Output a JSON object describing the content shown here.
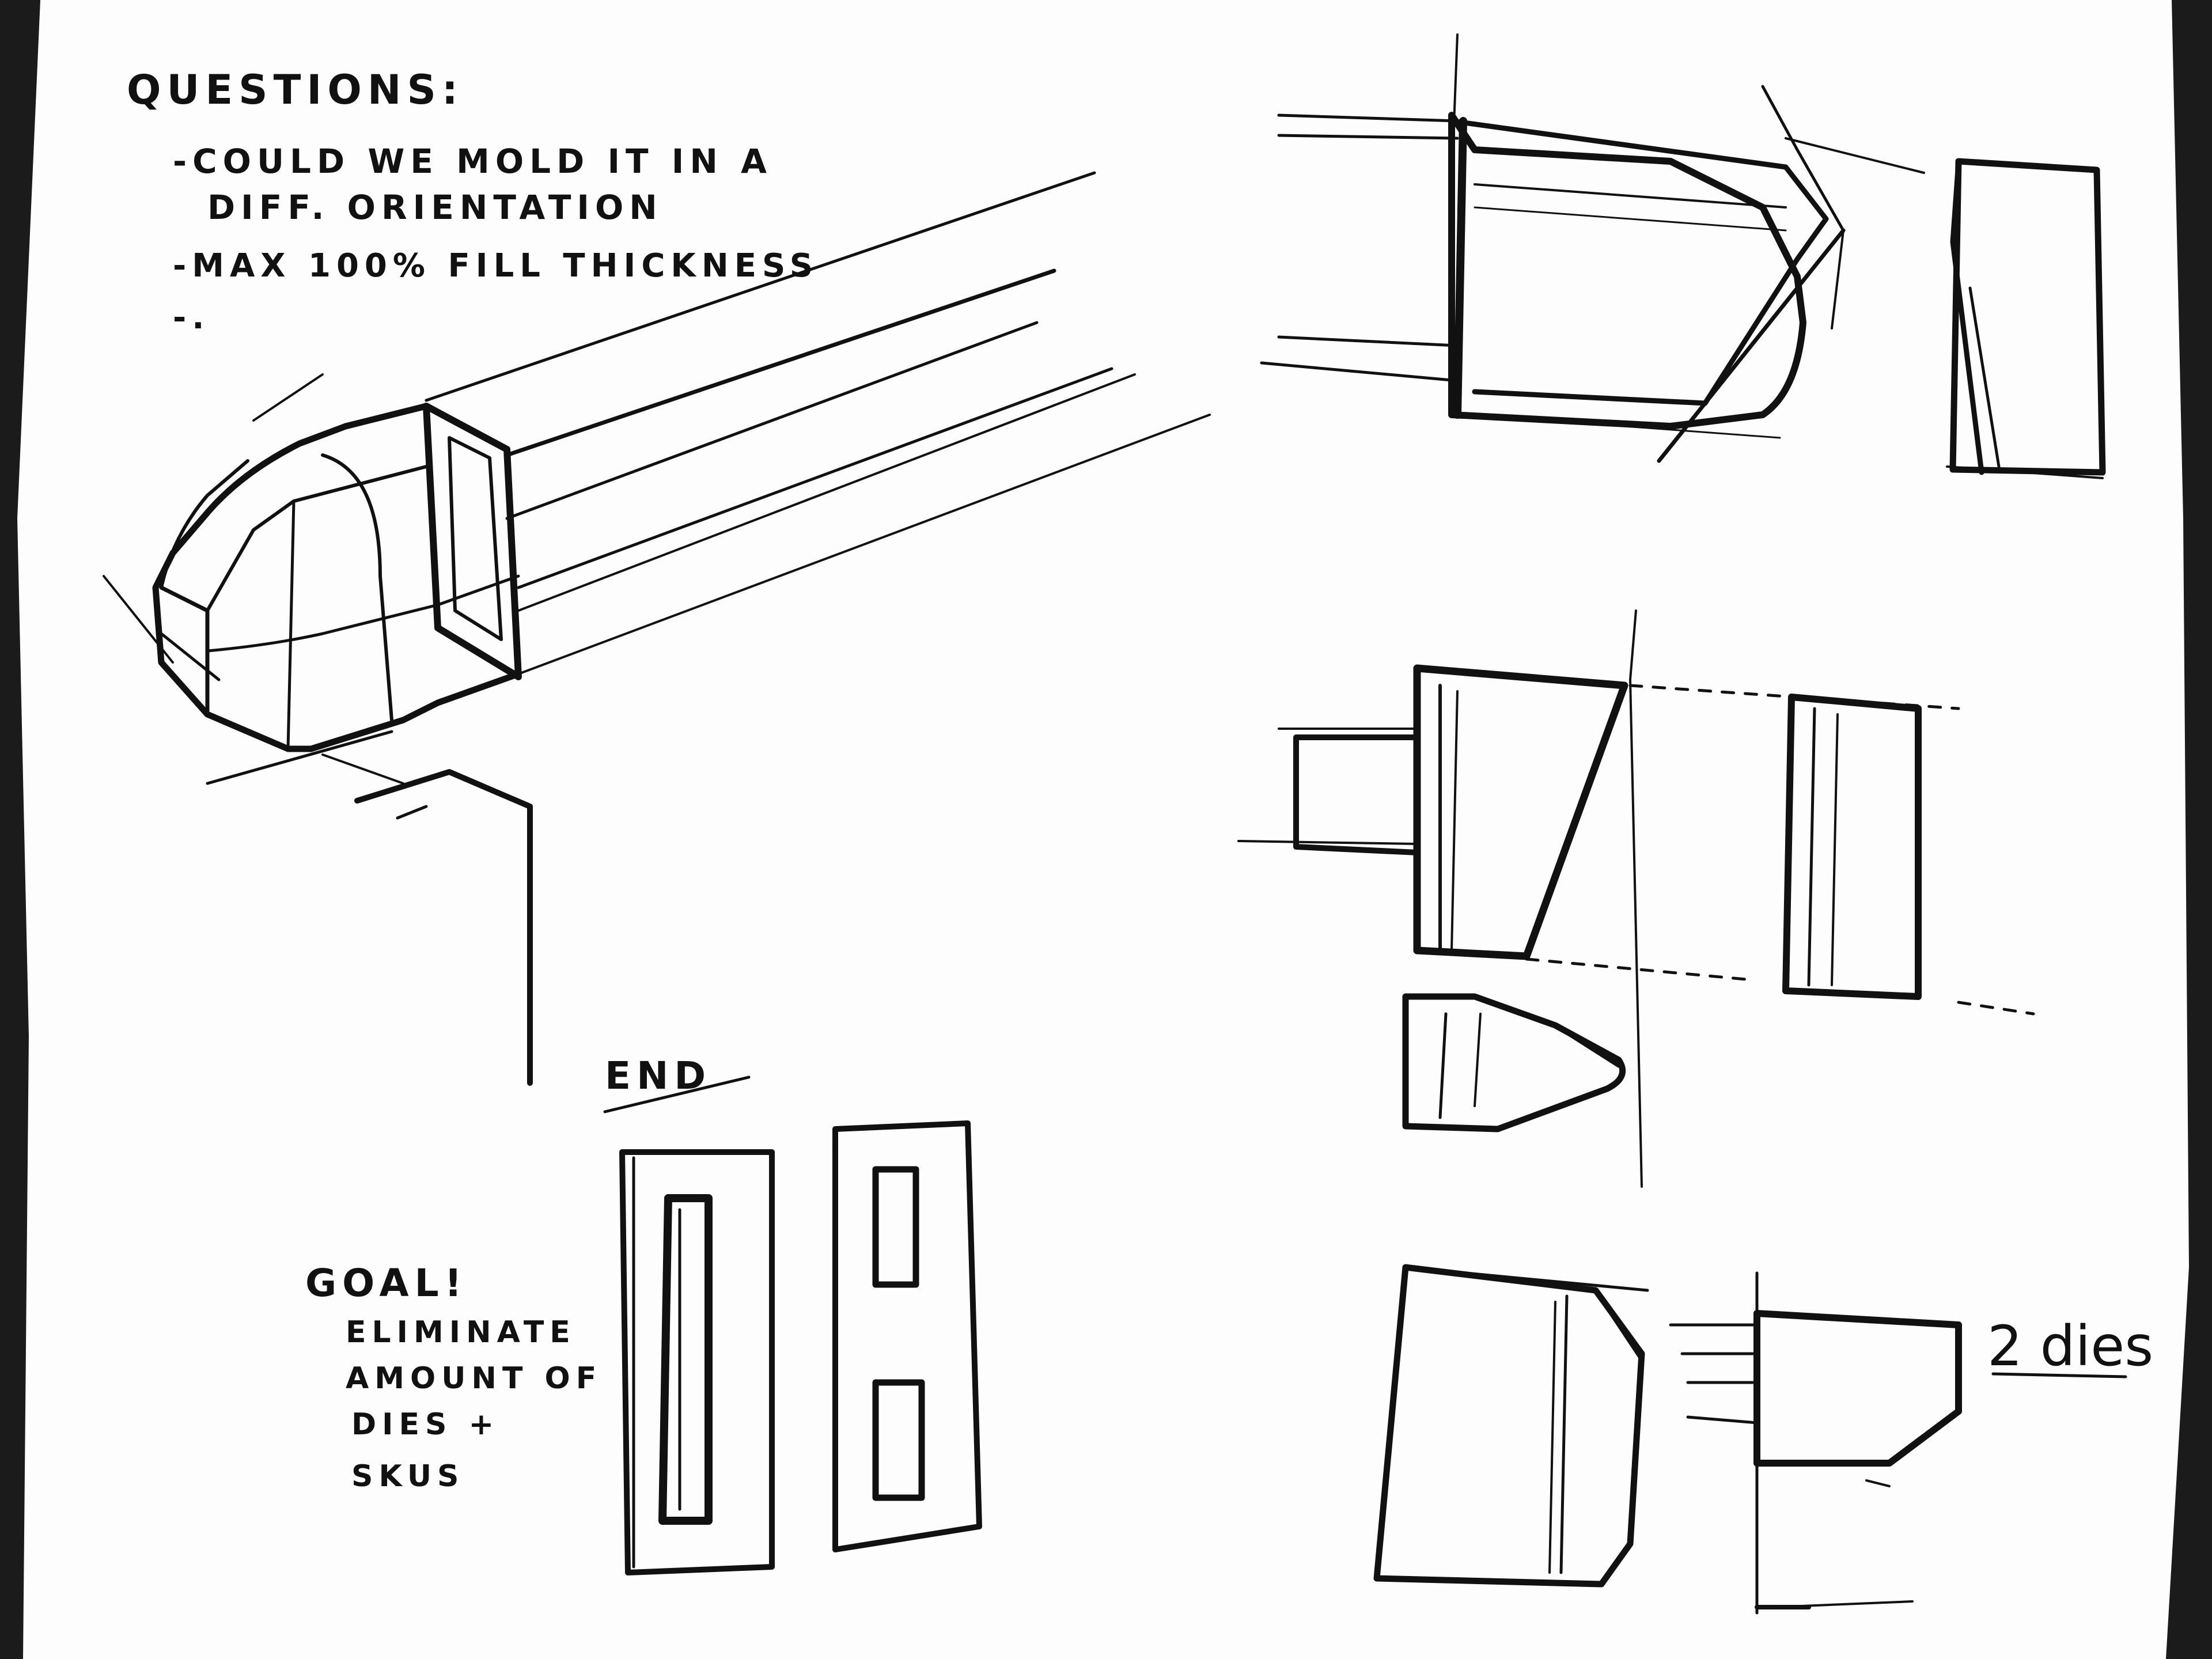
{
  "notes": {
    "questions_heading": "QUESTIONS:",
    "q1_line1": "-COULD WE MOLD IT IN A",
    "q1_line2": "DIFF. ORIENTATION",
    "q2": "-MAX 100% FILL THICKNESS",
    "q3": "-.",
    "end_label": "END",
    "goal_heading": "GOAL!",
    "goal_line1": "ELIMINATE",
    "goal_line2": "AMOUNT OF",
    "goal_line3": "DIES +",
    "goal_line4": "SKUS",
    "dies_label": "2 dies"
  },
  "colors": {
    "ink": "#111111",
    "paper": "#fdfdfd",
    "background": "#1b1b1b"
  }
}
